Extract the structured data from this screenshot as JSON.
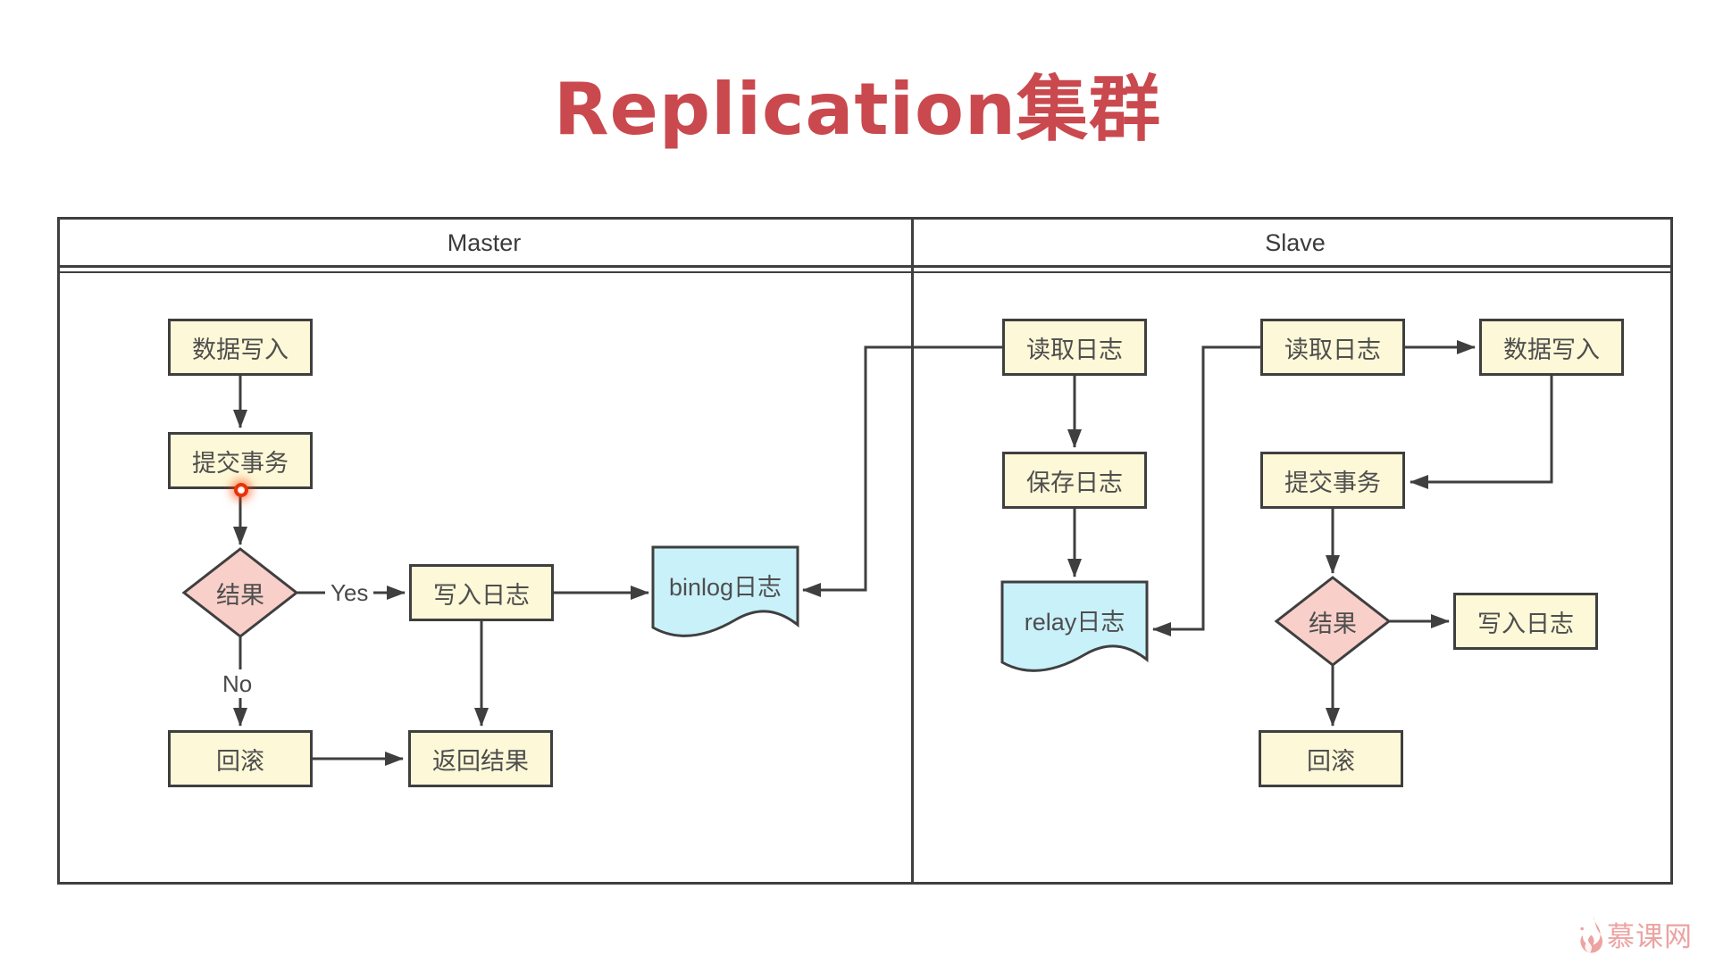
{
  "title": "Replication集群",
  "lanes": {
    "master": "Master",
    "slave": "Slave"
  },
  "edge_labels": {
    "yes": "Yes",
    "no": "No"
  },
  "master": {
    "data_write": "数据写入",
    "commit": "提交事务",
    "result": "结果",
    "write_log": "写入日志",
    "binlog": "binlog日志",
    "rollback": "回滚",
    "return_result": "返回结果"
  },
  "slave": {
    "read_log_io": "读取日志",
    "save_log": "保存日志",
    "relay_log": "relay日志",
    "read_log_sql": "读取日志",
    "data_write": "数据写入",
    "commit": "提交事务",
    "result": "结果",
    "write_log": "写入日志",
    "rollback": "回滚"
  },
  "watermark": "慕课网",
  "colors": {
    "title_red": "#c9494e",
    "process_fill": "#fdf8d7",
    "decision_fill": "#f8cfc9",
    "document_fill": "#c9f1fa",
    "line_stroke": "#3f3f3f",
    "pointer_dot": "#e8320c",
    "watermark_pink": "#eca3a1"
  }
}
